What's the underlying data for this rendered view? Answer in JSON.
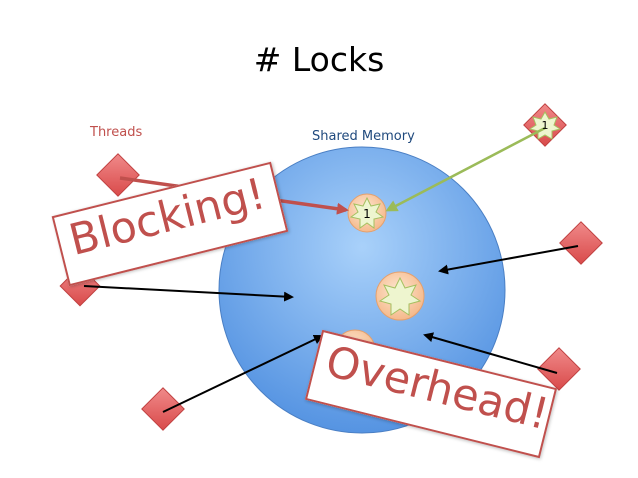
{
  "title": "# Locks",
  "labels": {
    "threads": "Threads",
    "shared_memory": "Shared Memory"
  },
  "counters": {
    "lock_top": "1",
    "lock_thread_right": "1"
  },
  "stamps": {
    "blocking": "Blocking!",
    "overhead": "Overhead!"
  },
  "colors": {
    "memory_fill": "#8ec0f5",
    "memory_fill_dark": "#5b9be6",
    "thread_red": "#e05b5b",
    "lock_fill": "#fbd5b5",
    "star_green": "#e8f2c8",
    "arrow_red": "#c0504d",
    "arrow_green": "#9bbb59",
    "arrow_black": "#000000",
    "stamp_border": "#c0504d"
  }
}
